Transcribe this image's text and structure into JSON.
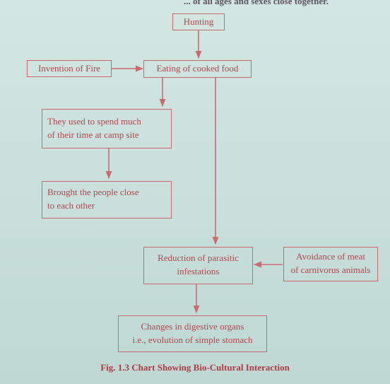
{
  "top_text": "... of all ages and sexes close together.",
  "nodes": {
    "hunting": "Hunting",
    "invention_of_fire": "Invention of Fire",
    "eating_cooked_food": "Eating of cooked food",
    "camp_site_line1": "They used to spend much",
    "camp_site_line2": "of their time at camp site",
    "people_close_line1": "Brought the people close",
    "people_close_line2": "to each other",
    "parasitic_line1": "Reduction of parasitic",
    "parasitic_line2": "infestations",
    "avoidance_line1": "Avoidance of meat",
    "avoidance_line2": "of carnivorus animals",
    "digestive_line1": "Changes in digestive organs",
    "digestive_line2": "i.e., evolution of simple stomach"
  },
  "caption": "Fig. 1.3 Chart Showing Bio-Cultural Interaction",
  "colors": {
    "box_border": "#c86870",
    "box_text": "#b0464f",
    "arrow": "#cc6a72",
    "caption": "#b03a45",
    "background": "#c9e0dc"
  }
}
